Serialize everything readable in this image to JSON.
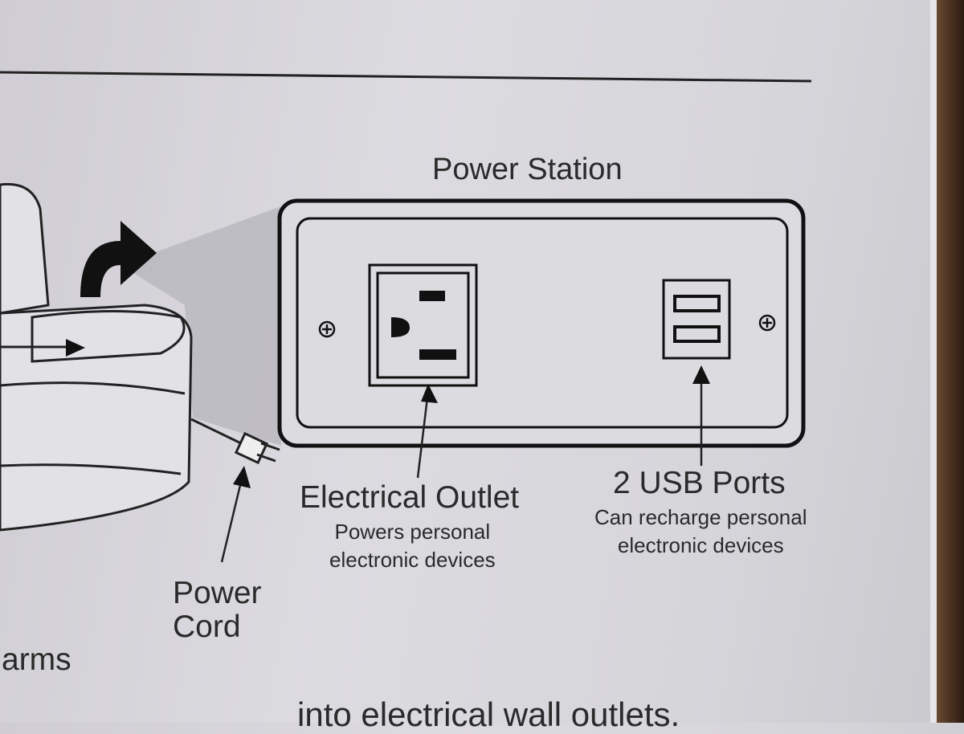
{
  "diagram": {
    "title": "Power Station",
    "outlet": {
      "label": "Electrical Outlet",
      "desc_line1": "Powers personal",
      "desc_line2": "electronic devices"
    },
    "usb": {
      "label": "2 USB Ports",
      "desc_line1": "Can recharge personal",
      "desc_line2": "electronic devices"
    },
    "power_cord": {
      "line1": "Power",
      "line2": "Cord"
    },
    "arms_text": "arms",
    "bottom_text": "into electrical wall outlets."
  }
}
